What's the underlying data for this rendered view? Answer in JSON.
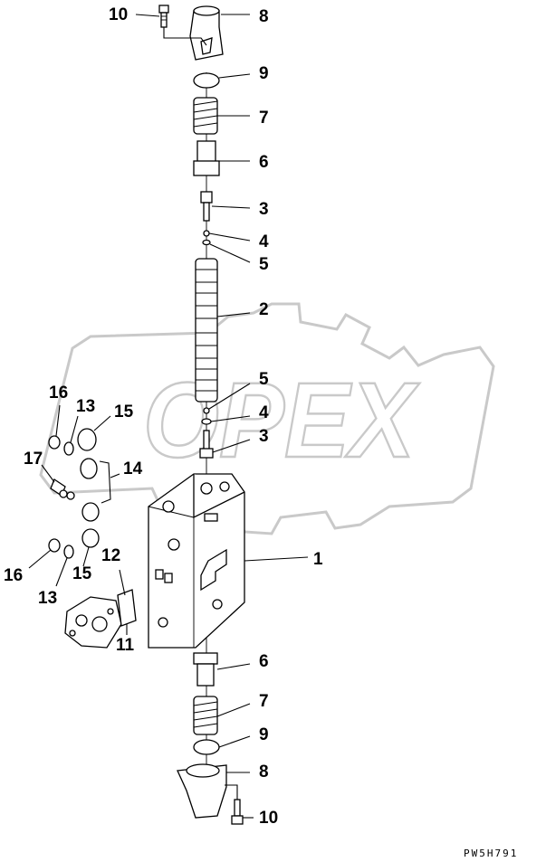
{
  "watermark": {
    "text": "OPEX",
    "color": "#c9c9c9"
  },
  "drawing_code": "PW5H791",
  "callouts": [
    {
      "id": "c10a",
      "label": "10"
    },
    {
      "id": "c8a",
      "label": "8"
    },
    {
      "id": "c9a",
      "label": "9"
    },
    {
      "id": "c7a",
      "label": "7"
    },
    {
      "id": "c6a",
      "label": "6"
    },
    {
      "id": "c3a",
      "label": "3"
    },
    {
      "id": "c4a",
      "label": "4"
    },
    {
      "id": "c5a",
      "label": "5"
    },
    {
      "id": "c2",
      "label": "2"
    },
    {
      "id": "c5b",
      "label": "5"
    },
    {
      "id": "c4b",
      "label": "4"
    },
    {
      "id": "c3b",
      "label": "3"
    },
    {
      "id": "c16a",
      "label": "16"
    },
    {
      "id": "c13a",
      "label": "13"
    },
    {
      "id": "c15a",
      "label": "15"
    },
    {
      "id": "c17",
      "label": "17"
    },
    {
      "id": "c14",
      "label": "14"
    },
    {
      "id": "c1",
      "label": "1"
    },
    {
      "id": "c12",
      "label": "12"
    },
    {
      "id": "c16b",
      "label": "16"
    },
    {
      "id": "c15b",
      "label": "15"
    },
    {
      "id": "c13b",
      "label": "13"
    },
    {
      "id": "c11",
      "label": "11"
    },
    {
      "id": "c6b",
      "label": "6"
    },
    {
      "id": "c7b",
      "label": "7"
    },
    {
      "id": "c9b",
      "label": "9"
    },
    {
      "id": "c8b",
      "label": "8"
    },
    {
      "id": "c10b",
      "label": "10"
    }
  ]
}
